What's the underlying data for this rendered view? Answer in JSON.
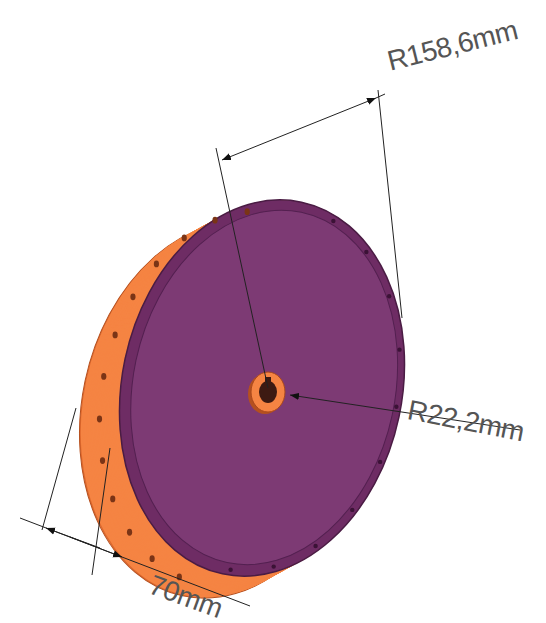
{
  "diagram": {
    "labels": [
      "R158,6mm",
      "R22,2mm",
      "70mm"
    ]
  }
}
